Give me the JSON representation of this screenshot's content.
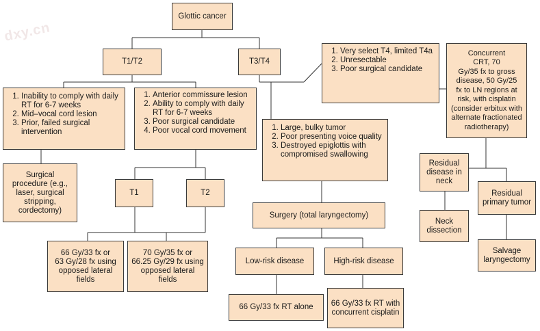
{
  "watermark": "dxy.cn",
  "root": "Glottic cancer",
  "t1t2": "T1/T2",
  "t3t4": "T3/T4",
  "select_list": [
    "Very select T4, limited T4a",
    "Unresectable",
    "Poor surgical candidate"
  ],
  "concurrent_lines": [
    "Concurrent",
    "CRT, 70",
    "Gy/35 fx to gross",
    "disease, 50 Gy/25",
    "fx to LN regions at",
    "risk, with cisplatin",
    "(consider erbitux with",
    "alternate fractionated",
    "radiotherapy)"
  ],
  "left_list": [
    "Inability to comply with daily RT for 6-7 weeks",
    "Mid–vocal cord lesion",
    "Prior, failed surgical intervention"
  ],
  "mid_list": [
    "Anterior commissure lesion",
    "Ability to comply with daily RT for 6-7 weeks",
    "Poor surgical candidate",
    "Poor vocal cord movement"
  ],
  "large_list": [
    "Large, bulky tumor",
    "Poor presenting voice quality",
    "Destroyed epiglottis with compromised swallowing"
  ],
  "surgical_lines": [
    "Surgical",
    "procedure (e.g.,",
    "laser, surgical",
    "stripping,",
    "cordectomy)"
  ],
  "t1": "T1",
  "t2": "T2",
  "t1_dose_lines": [
    "66 Gy/33 fx or",
    "63 Gy/28 fx using",
    "opposed lateral",
    "fields"
  ],
  "t2_dose_lines": [
    "70 Gy/35 fx or",
    "66.25 Gy/29 fx using",
    "opposed lateral",
    "fields"
  ],
  "surgery": "Surgery (total laryngectomy)",
  "low_risk": "Low-risk disease",
  "high_risk": "High-risk disease",
  "low_rt": "66 Gy/33 fx RT alone",
  "high_rt_lines": [
    "66 Gy/33 fx RT with",
    "concurrent cisplatin"
  ],
  "residual_neck_lines": [
    "Residual",
    "disease in",
    "neck"
  ],
  "residual_primary_lines": [
    "Residual",
    "primary tumor"
  ],
  "neck_dissection_lines": [
    "Neck",
    "dissection"
  ],
  "salvage_lines": [
    "Salvage",
    "laryngectomy"
  ]
}
